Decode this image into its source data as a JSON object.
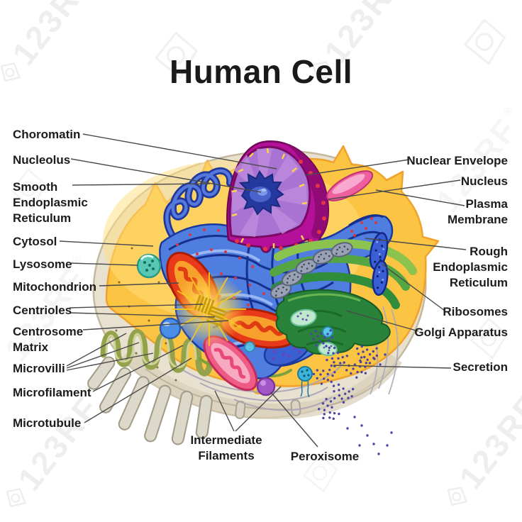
{
  "title": "Human Cell",
  "watermark": {
    "brand": "123RF",
    "reg": "®"
  },
  "labels": {
    "left": [
      "Choromatin",
      "Nucleolus",
      "Smooth Endoplasmic Reticulum",
      "Cytosol",
      "Lysosome",
      "Mitochondrion",
      "Centrioles",
      "Centrosome Matrix",
      "Microvilli",
      "Microfilament",
      "Microtubule"
    ],
    "right": [
      "Nuclear Envelope",
      "Nucleus",
      "Plasma Membrane",
      "Rough Endoplasmic Reticulum",
      "Ribosomes",
      "Golgi Apparatus",
      "Secretion"
    ],
    "bottom": [
      "Intermediate Filaments",
      "Peroxisome"
    ]
  },
  "colors": {
    "title": "#1a1a1a",
    "leader": "#4a4a4a",
    "membrane": "#e8e1cf",
    "cytoplasm": "#fbc443",
    "nuclear_envelope": "#b5109a",
    "nucleoplasm": "#a873d2",
    "nucleolus": "#25389e",
    "endoplasmic_reticulum": "#4f7de0",
    "golgi": "#28823a",
    "mitochondrion": "#e8391a",
    "lysosome": "#58c8b4",
    "peroxisome": "#a257c8",
    "secretion": "#4c44a4",
    "microvilli": "#95a24c"
  }
}
